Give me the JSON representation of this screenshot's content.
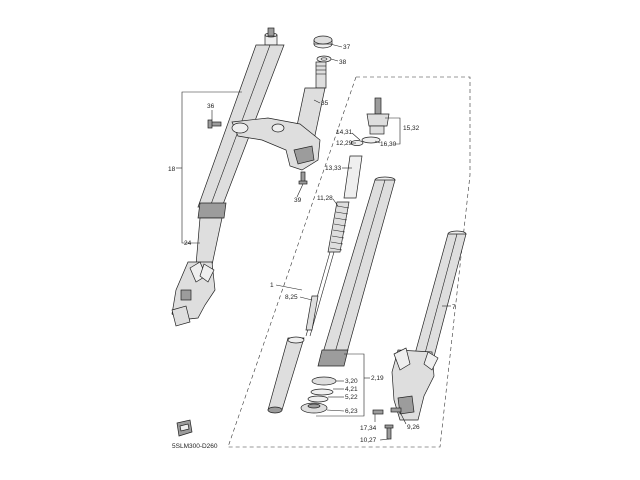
{
  "diagram_code": "5SLM300-D260",
  "callouts": {
    "c37": "37",
    "c38": "38",
    "c35": "35",
    "c36": "36",
    "c18": "18",
    "c39": "39",
    "c24": "24",
    "c1": "1",
    "c825": "8,25",
    "c1431": "14,31",
    "c1229": "12,29",
    "c1630": "16,30",
    "c1532": "15,32",
    "c1333": "13,33",
    "c1128": "11,28",
    "c320": "3,20",
    "c219": "2,19",
    "c421": "4,21",
    "c522": "5,22",
    "c623": "6,23",
    "c1734": "17,34",
    "c926": "9,26",
    "c1027": "10,27",
    "c7": "7"
  }
}
